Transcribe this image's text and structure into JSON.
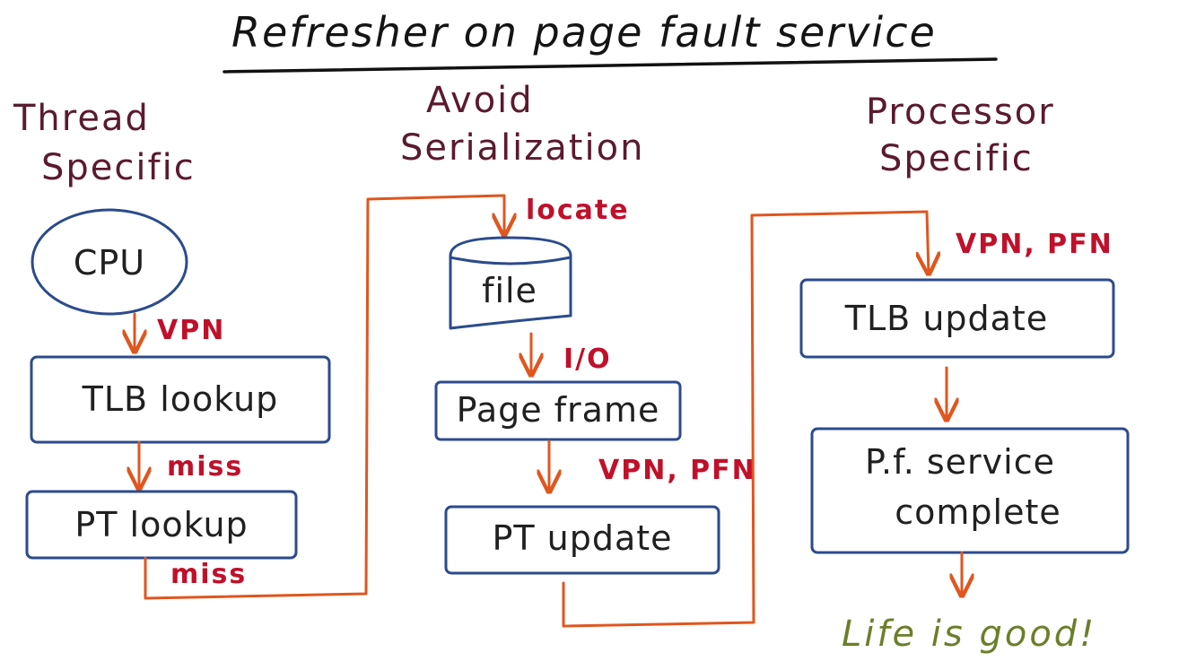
{
  "title": "Refresher on page fault service",
  "columns": {
    "thread": [
      "Thread",
      "Specific"
    ],
    "avoid": [
      "Avoid",
      "Serialization"
    ],
    "processor": [
      "Processor",
      "Specific"
    ]
  },
  "nodes": {
    "cpu": "CPU",
    "tlb_lookup": "TLB lookup",
    "pt_lookup": "PT lookup",
    "file": "file",
    "page_frame": "Page frame",
    "pt_update": "PT update",
    "tlb_update": "TLB update",
    "pf_complete": [
      "P.f. service",
      "complete"
    ]
  },
  "edges": {
    "vpn": "VPN",
    "miss1": "miss",
    "miss2": "miss",
    "locate": "locate",
    "io": "I/O",
    "vpn_pfn1": "VPN, PFN",
    "vpn_pfn2": "VPN, PFN"
  },
  "footer": "Life is good!"
}
